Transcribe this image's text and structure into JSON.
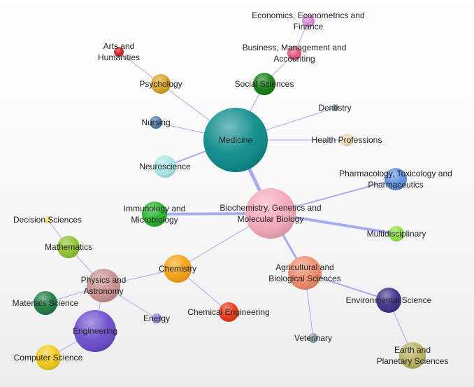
{
  "edge_color": "#aaaaee",
  "nodes": [
    {
      "id": "medicine",
      "label": [
        "Medicine"
      ],
      "color": "#0b8a8a",
      "label_color": "#ffffff"
    },
    {
      "id": "biochem",
      "label": [
        "Biochemistry, Genetics and",
        "Molecular Biology"
      ],
      "color": "#f4a8b8"
    },
    {
      "id": "social",
      "label": [
        "Social Sciences"
      ],
      "color": "#127a12"
    },
    {
      "id": "business",
      "label": [
        "Business, Management and",
        "Accounting"
      ],
      "color": "#e05a80"
    },
    {
      "id": "economics",
      "label": [
        "Economics, Econometrics and",
        "Finance"
      ],
      "color": "#d48ad6"
    },
    {
      "id": "arts",
      "label": [
        "Arts and",
        "Humanities"
      ],
      "color": "#cc1f1f"
    },
    {
      "id": "psychology",
      "label": [
        "Psychology"
      ],
      "color": "#d4a020"
    },
    {
      "id": "dentistry",
      "label": [
        "Dentistry"
      ],
      "color": "#8fa0a8"
    },
    {
      "id": "nursing",
      "label": [
        "Nursing"
      ],
      "color": "#4a7aa8"
    },
    {
      "id": "health",
      "label": [
        "Health Professions"
      ],
      "color": "#f0d8b0"
    },
    {
      "id": "neuroscience",
      "label": [
        "Neuroscience"
      ],
      "color": "#a8e4e8"
    },
    {
      "id": "pharma",
      "label": [
        "Pharmacology, Toxicology and",
        "Pharmaceutics"
      ],
      "color": "#5d8ee0"
    },
    {
      "id": "immunology",
      "label": [
        "Immunology and",
        "Microbiology"
      ],
      "color": "#22b42a"
    },
    {
      "id": "multidisciplinary",
      "label": [
        "Multidisciplinary"
      ],
      "color": "#8ee040"
    },
    {
      "id": "decision",
      "label": [
        "Decision Sciences"
      ],
      "color": "#f0e068"
    },
    {
      "id": "mathematics",
      "label": [
        "Mathematics"
      ],
      "color": "#8cc02a"
    },
    {
      "id": "chemistry",
      "label": [
        "Chemistry"
      ],
      "color": "#f5a010"
    },
    {
      "id": "agricultural",
      "label": [
        "Agricultural and",
        "Biological Sciences"
      ],
      "color": "#f08a6a"
    },
    {
      "id": "physics",
      "label": [
        "Physics and",
        "Astronomy"
      ],
      "color": "#c89090"
    },
    {
      "id": "materials",
      "label": [
        "Materials Science"
      ],
      "color": "#1a7a40"
    },
    {
      "id": "energy",
      "label": [
        "Energy"
      ],
      "color": "#8a7ad8"
    },
    {
      "id": "chemeng",
      "label": [
        "Chemical Engineering"
      ],
      "color": "#e83410"
    },
    {
      "id": "environmental",
      "label": [
        "Environmental Science"
      ],
      "color": "#3a2e88"
    },
    {
      "id": "engineering",
      "label": [
        "Engineering"
      ],
      "color": "#6a4acc",
      "label_color": "#ffffff"
    },
    {
      "id": "veterinary",
      "label": [
        "Veterinary"
      ],
      "color": "#8fa0a8"
    },
    {
      "id": "computer",
      "label": [
        "Computer Science"
      ],
      "color": "#f0c818"
    },
    {
      "id": "earth",
      "label": [
        "Earth and",
        "Planetary Sciences"
      ],
      "color": "#b8b060"
    }
  ],
  "edges": [
    {
      "from": "medicine",
      "to": "biochem",
      "weight": 5
    },
    {
      "from": "medicine",
      "to": "social",
      "weight": 1
    },
    {
      "from": "medicine",
      "to": "psychology",
      "weight": 1
    },
    {
      "from": "medicine",
      "to": "nursing",
      "weight": 1
    },
    {
      "from": "medicine",
      "to": "neuroscience",
      "weight": 2
    },
    {
      "from": "medicine",
      "to": "dentistry",
      "weight": 1
    },
    {
      "from": "medicine",
      "to": "health",
      "weight": 1
    },
    {
      "from": "social",
      "to": "business",
      "weight": 1
    },
    {
      "from": "business",
      "to": "economics",
      "weight": 1
    },
    {
      "from": "psychology",
      "to": "arts",
      "weight": 1
    },
    {
      "from": "biochem",
      "to": "pharma",
      "weight": 2
    },
    {
      "from": "biochem",
      "to": "immunology",
      "weight": 4
    },
    {
      "from": "biochem",
      "to": "multidisciplinary",
      "weight": 4
    },
    {
      "from": "biochem",
      "to": "agricultural",
      "weight": 3
    },
    {
      "from": "biochem",
      "to": "chemistry",
      "weight": 1
    },
    {
      "from": "chemistry",
      "to": "physics",
      "weight": 1
    },
    {
      "from": "chemistry",
      "to": "chemeng",
      "weight": 1
    },
    {
      "from": "physics",
      "to": "mathematics",
      "weight": 1
    },
    {
      "from": "physics",
      "to": "materials",
      "weight": 1
    },
    {
      "from": "physics",
      "to": "energy",
      "weight": 1
    },
    {
      "from": "physics",
      "to": "engineering",
      "weight": 1
    },
    {
      "from": "mathematics",
      "to": "decision",
      "weight": 1
    },
    {
      "from": "engineering",
      "to": "computer",
      "weight": 1
    },
    {
      "from": "agricultural",
      "to": "environmental",
      "weight": 2
    },
    {
      "from": "agricultural",
      "to": "veterinary",
      "weight": 1
    },
    {
      "from": "environmental",
      "to": "earth",
      "weight": 1
    }
  ]
}
